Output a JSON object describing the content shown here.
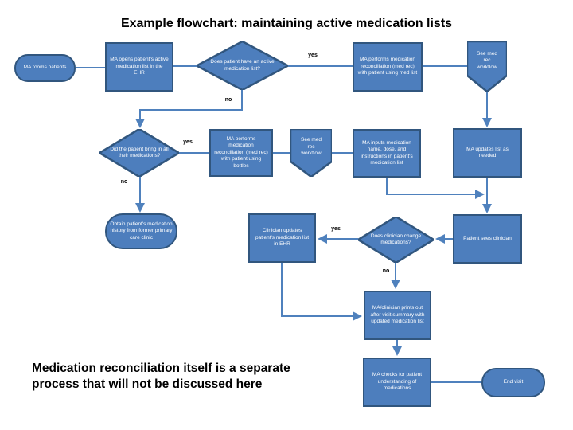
{
  "title": "Example flowchart: maintaining active medication lists",
  "note": "Medication reconciliation itself is a separate process that will not be discussed here",
  "colors": {
    "bg": "#ffffff",
    "shape_fill": "#4d7ebd",
    "shape_border": "#31567e",
    "connector": "#4f81bd",
    "shape_text": "#ffffff",
    "title_text": "#000000"
  },
  "nodes": [
    {
      "text": "MA rooms patients"
    },
    {
      "text": "MA opens patient's active medication list in the EHR"
    },
    {
      "text": "Does patient have an active medication list?"
    },
    {
      "text": "MA performs medication reconciliation (med rec) with patient using med list"
    },
    {
      "text": "See med rec workflow"
    },
    {
      "text": "Did the patient bring in all their medications?"
    },
    {
      "text": "MA performs medication reconciliation (med rec) with patient using bottles"
    },
    {
      "text": "See med rec workflow"
    },
    {
      "text": "MA inputs medication name, dose, and instructions in patient's medication list"
    },
    {
      "text": "MA updates list as needed"
    },
    {
      "text": "Obtain patient's medication history from former primary care clinic"
    },
    {
      "text": "Clinician updates patient's medication list in EHR"
    },
    {
      "text": "Does clinician change medications?"
    },
    {
      "text": "Patient sees clinician"
    },
    {
      "text": "MA/clinician prints out after visit summary with updated medication list"
    },
    {
      "text": "MA checks for patient understanding of medications"
    },
    {
      "text": "End visit"
    }
  ],
  "labels": [
    {
      "text": "yes"
    },
    {
      "text": "no"
    },
    {
      "text": "yes"
    },
    {
      "text": "no"
    },
    {
      "text": "yes"
    },
    {
      "text": "no"
    }
  ]
}
